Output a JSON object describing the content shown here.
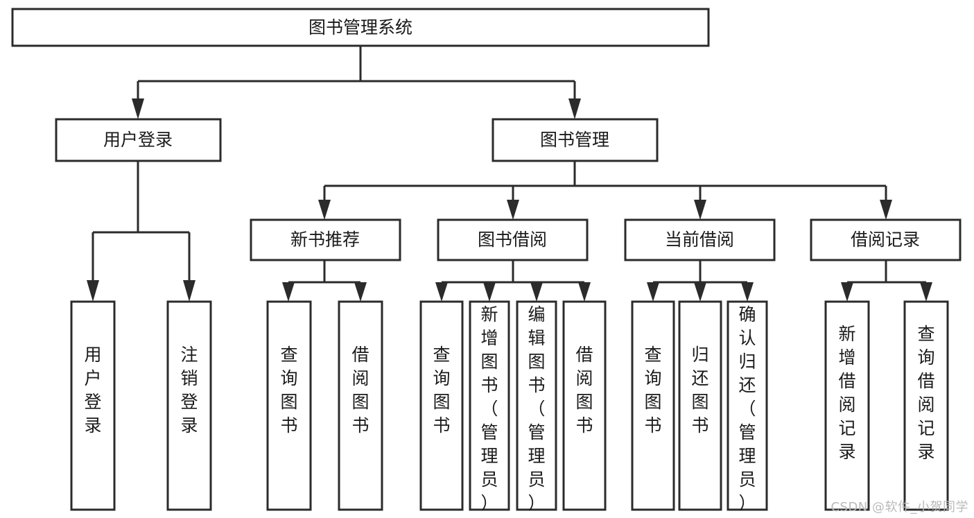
{
  "diagram": {
    "kind": "function-structure-tree",
    "root": {
      "id": "root",
      "label": "图书管理系统"
    },
    "level2": [
      {
        "id": "user-login",
        "label": "用户登录"
      },
      {
        "id": "book-manage",
        "label": "图书管理"
      }
    ],
    "level3": [
      {
        "id": "new-book-rec",
        "label": "新书推荐"
      },
      {
        "id": "book-borrow",
        "label": "图书借阅"
      },
      {
        "id": "current-borrow",
        "label": "当前借阅"
      },
      {
        "id": "borrow-record",
        "label": "借阅记录"
      }
    ],
    "leaves": {
      "user-login": [
        {
          "id": "leaf-user-login",
          "label": "用户登录"
        },
        {
          "id": "leaf-logout-login",
          "label": "注销登录"
        }
      ],
      "new-book-rec": [
        {
          "id": "leaf-query-book-1",
          "label": "查询图书"
        },
        {
          "id": "leaf-borrow-book-1",
          "label": "借阅图书"
        }
      ],
      "book-borrow": [
        {
          "id": "leaf-query-book-2",
          "label": "查询图书"
        },
        {
          "id": "leaf-add-book",
          "label": "新增图书（管理员）"
        },
        {
          "id": "leaf-edit-book",
          "label": "编辑图书（管理员）"
        },
        {
          "id": "leaf-borrow-book-2",
          "label": "借阅图书"
        }
      ],
      "current-borrow": [
        {
          "id": "leaf-query-book-3",
          "label": "查询图书"
        },
        {
          "id": "leaf-return-book",
          "label": "归还图书"
        },
        {
          "id": "leaf-confirm-return",
          "label": "确认归还（管理员）"
        }
      ],
      "borrow-record": [
        {
          "id": "leaf-add-record",
          "label": "新增借阅记录"
        },
        {
          "id": "leaf-query-record",
          "label": "查询借阅记录"
        }
      ]
    },
    "colors": {
      "stroke": "#2b2b2b",
      "fill": "#ffffff",
      "text": "#1a1a1a",
      "watermark": "#b9b9b9",
      "background": "#ffffff"
    }
  },
  "watermark": {
    "text": "CSDN @软件_小贺同学"
  }
}
